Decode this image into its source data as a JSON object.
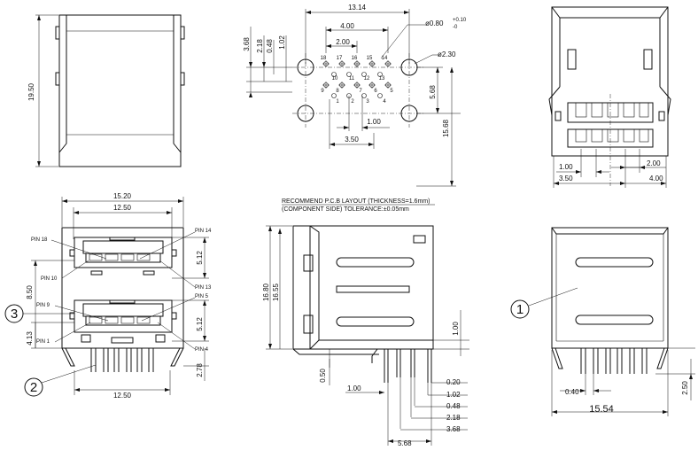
{
  "top_view": {
    "dim_height": "19.50"
  },
  "footprint": {
    "dim_width": "13.14",
    "dim_4": "4.00",
    "dim_2": "2.00",
    "dim_hole": "ø0.80",
    "dim_hole_tol_plus": "+0.10",
    "dim_hole_tol_minus": "-0",
    "dim_mount_hole": "ø2.30",
    "dim_368": "3.68",
    "dim_218": "2.18",
    "dim_048": "0.48",
    "dim_102": "1.02",
    "dim_568": "5.68",
    "dim_1568": "15.68",
    "dim_100": "1.00",
    "dim_350": "3.50",
    "pins_top": [
      "18",
      "17",
      "16",
      "15",
      "14"
    ],
    "pins_mid": [
      "10",
      "11",
      "12",
      "13"
    ],
    "pins_low": [
      "9",
      "8",
      "7",
      "6",
      "5"
    ],
    "pins_bot": [
      "1",
      "2",
      "3",
      "4"
    ],
    "note_line1": "RECOMMEND P.C.B LAYOUT (THICKNESS=1.6mm)",
    "note_line2": "(COMPONENT SIDE) TOLERANCE:±0.05mm"
  },
  "rear_view": {
    "dim_100": "1.00",
    "dim_200": "2.00",
    "dim_350": "3.50",
    "dim_400": "4.00"
  },
  "front_view": {
    "dim_1520": "15.20",
    "dim_1250": "12.50",
    "dim_1250_bottom": "12.50",
    "dim_850": "8.50",
    "dim_512_top": "5.12",
    "dim_512_bot": "5.12",
    "dim_413": "4.13",
    "dim_278": "2.78",
    "pin18": "PIN 18",
    "pin10": "PIN 10",
    "pin9": "PIN 9",
    "pin1": "PIN 1",
    "pin14": "PIN 14",
    "pin13": "PIN 13",
    "pin5": "PIN 5",
    "pin4": "PIN 4",
    "callout3": "3",
    "callout2": "2"
  },
  "side_view": {
    "dim_1680": "16.80",
    "dim_1655": "16.55",
    "dim_050": "0.50",
    "dim_100": "1.00",
    "dim_100_right": "1.00",
    "dim_020": "0.20",
    "dim_102": "1.02",
    "dim_048": "0.48",
    "dim_218": "2.18",
    "dim_368": "3.68",
    "dim_568": "5.68"
  },
  "end_view": {
    "callout1": "1",
    "dim_040": "0.40",
    "dim_250": "2.50",
    "dim_1554": "15.54"
  }
}
